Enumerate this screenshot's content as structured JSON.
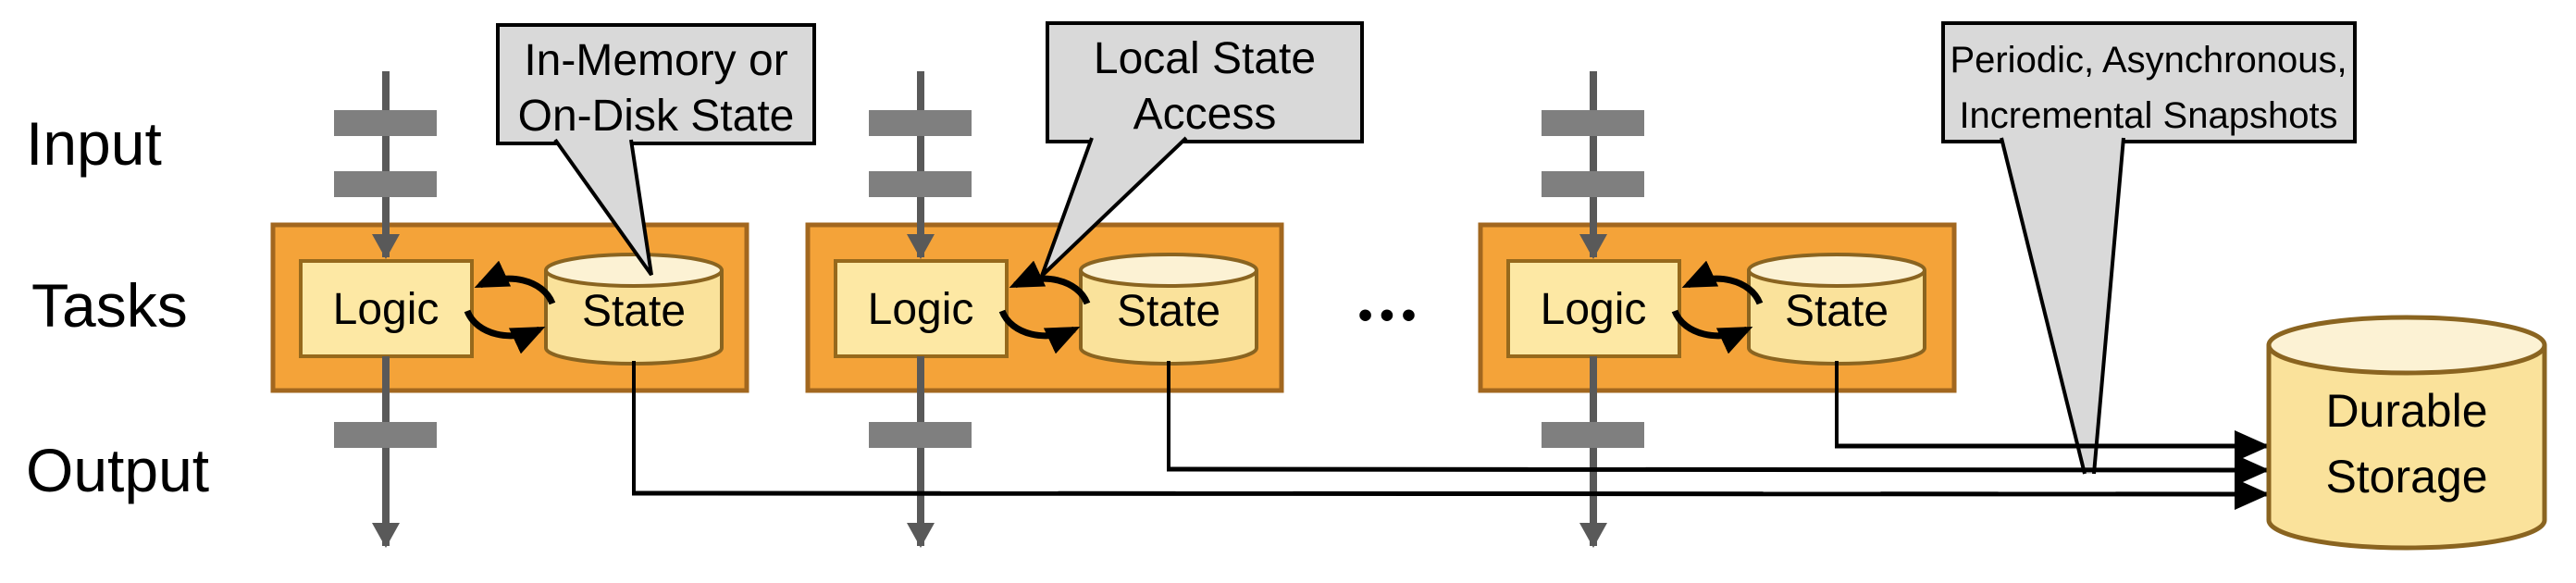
{
  "diagram": {
    "row_labels": {
      "input": "Input",
      "tasks": "Tasks",
      "output": "Output"
    },
    "task": {
      "logic_label": "Logic",
      "state_label": "State"
    },
    "ellipsis_glyph": "•••",
    "callouts": {
      "state_backend": {
        "line1": "In-Memory or",
        "line2": "On-Disk State"
      },
      "local_access": {
        "line1": "Local State",
        "line2": "Access"
      },
      "snapshots": {
        "line1": "Periodic, Asynchronous,",
        "line2": "Incremental Snapshots"
      }
    },
    "durable_storage": {
      "line1": "Durable",
      "line2": "Storage"
    },
    "colors": {
      "background": "#FFFFFF",
      "task_fill": "#F4A339",
      "task_border": "#A2671F",
      "logic_fill": "#FDE8A4",
      "logic_border": "#96691C",
      "cylinder_fill": "#FAE29B",
      "cylinder_top_fill": "#FCF2D4",
      "cylinder_border": "#8A6420",
      "callout_fill": "#D9D9D9",
      "callout_border": "#000000",
      "stream_arrow_gray": "#595959",
      "record_block_gray": "#7F7F7F",
      "connector_black": "#000000",
      "text_black": "#000000"
    }
  }
}
